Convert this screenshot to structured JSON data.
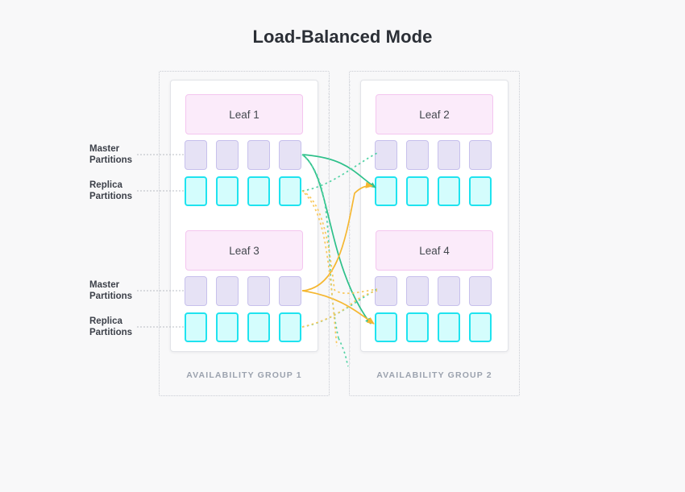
{
  "page": {
    "title": "Load-Balanced Mode",
    "background_color": "#f8f8f9"
  },
  "colors": {
    "leaf_fill": "#fbebfa",
    "leaf_border": "#f4c5ef",
    "master_fill": "#e6e2f5",
    "master_border": "#c7c0ec",
    "replica_fill": "#d4fdfd",
    "replica_border": "#1fe3ef",
    "panel_fill": "#ffffff",
    "panel_border": "#e2e4e8",
    "frame_border": "#c9ccd3",
    "flow_green": "#2ec08a",
    "flow_orange": "#f5b731",
    "label_text": "#3c4049",
    "group_label_text": "#9ba2ae",
    "title_text": "#2b2f36"
  },
  "labels": {
    "master_partitions": "Master\nPartitions",
    "master_partitions_line1": "Master",
    "master_partitions_line2": "Partitions",
    "replica_partitions_line1": "Replica",
    "replica_partitions_line2": "Partitions"
  },
  "availability_groups": [
    {
      "id": "ag1",
      "label": "AVAILABILITY GROUP 1",
      "leaves": [
        {
          "name": "Leaf 1",
          "master_partitions": 4,
          "replica_partitions": 4
        },
        {
          "name": "Leaf 3",
          "master_partitions": 4,
          "replica_partitions": 4
        }
      ]
    },
    {
      "id": "ag2",
      "label": "AVAILABILITY GROUP 2",
      "leaves": [
        {
          "name": "Leaf 2",
          "master_partitions": 4,
          "replica_partitions": 4
        },
        {
          "name": "Leaf 4",
          "master_partitions": 4,
          "replica_partitions": 4
        }
      ]
    }
  ],
  "flows": {
    "description": "Curved connectors between availability groups",
    "green_solid_count": 2,
    "green_dotted_count": 2,
    "orange_solid_count": 2,
    "orange_dotted_count": 2,
    "arrowheads": 2
  }
}
